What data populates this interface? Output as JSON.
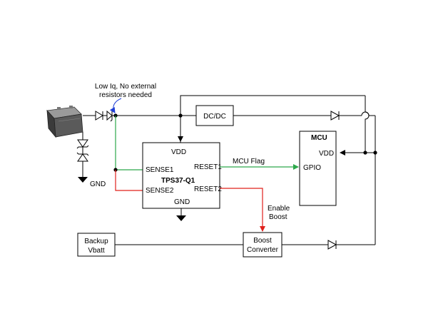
{
  "annotation": {
    "line1": "Low Iq, No external",
    "line2": "resistors needed"
  },
  "ground_label": "GND",
  "dcdc": {
    "label": "DC/DC"
  },
  "supervisor": {
    "name": "TPS37-Q1",
    "pins": {
      "vdd": "VDD",
      "sense1": "SENSE1",
      "sense2": "SENSE2",
      "reset1": "RESET1",
      "reset2": "RESET2",
      "gnd": "GND"
    }
  },
  "mcu": {
    "title": "MCU",
    "vdd": "VDD",
    "gpio": "GPIO"
  },
  "signals": {
    "mcu_flag": "MCU Flag",
    "enable_line1": "Enable",
    "enable_line2": "Boost"
  },
  "backup": {
    "line1": "Backup",
    "line2": "Vbatt"
  },
  "boost": {
    "line1": "Boost",
    "line2": "Converter"
  },
  "colors": {
    "wire": "#000000",
    "sense1_wire": "#2ca84a",
    "sense2_wire": "#e0201b",
    "annotation_arrow": "#1f3fd6",
    "battery_body": "#5a5a5a"
  }
}
